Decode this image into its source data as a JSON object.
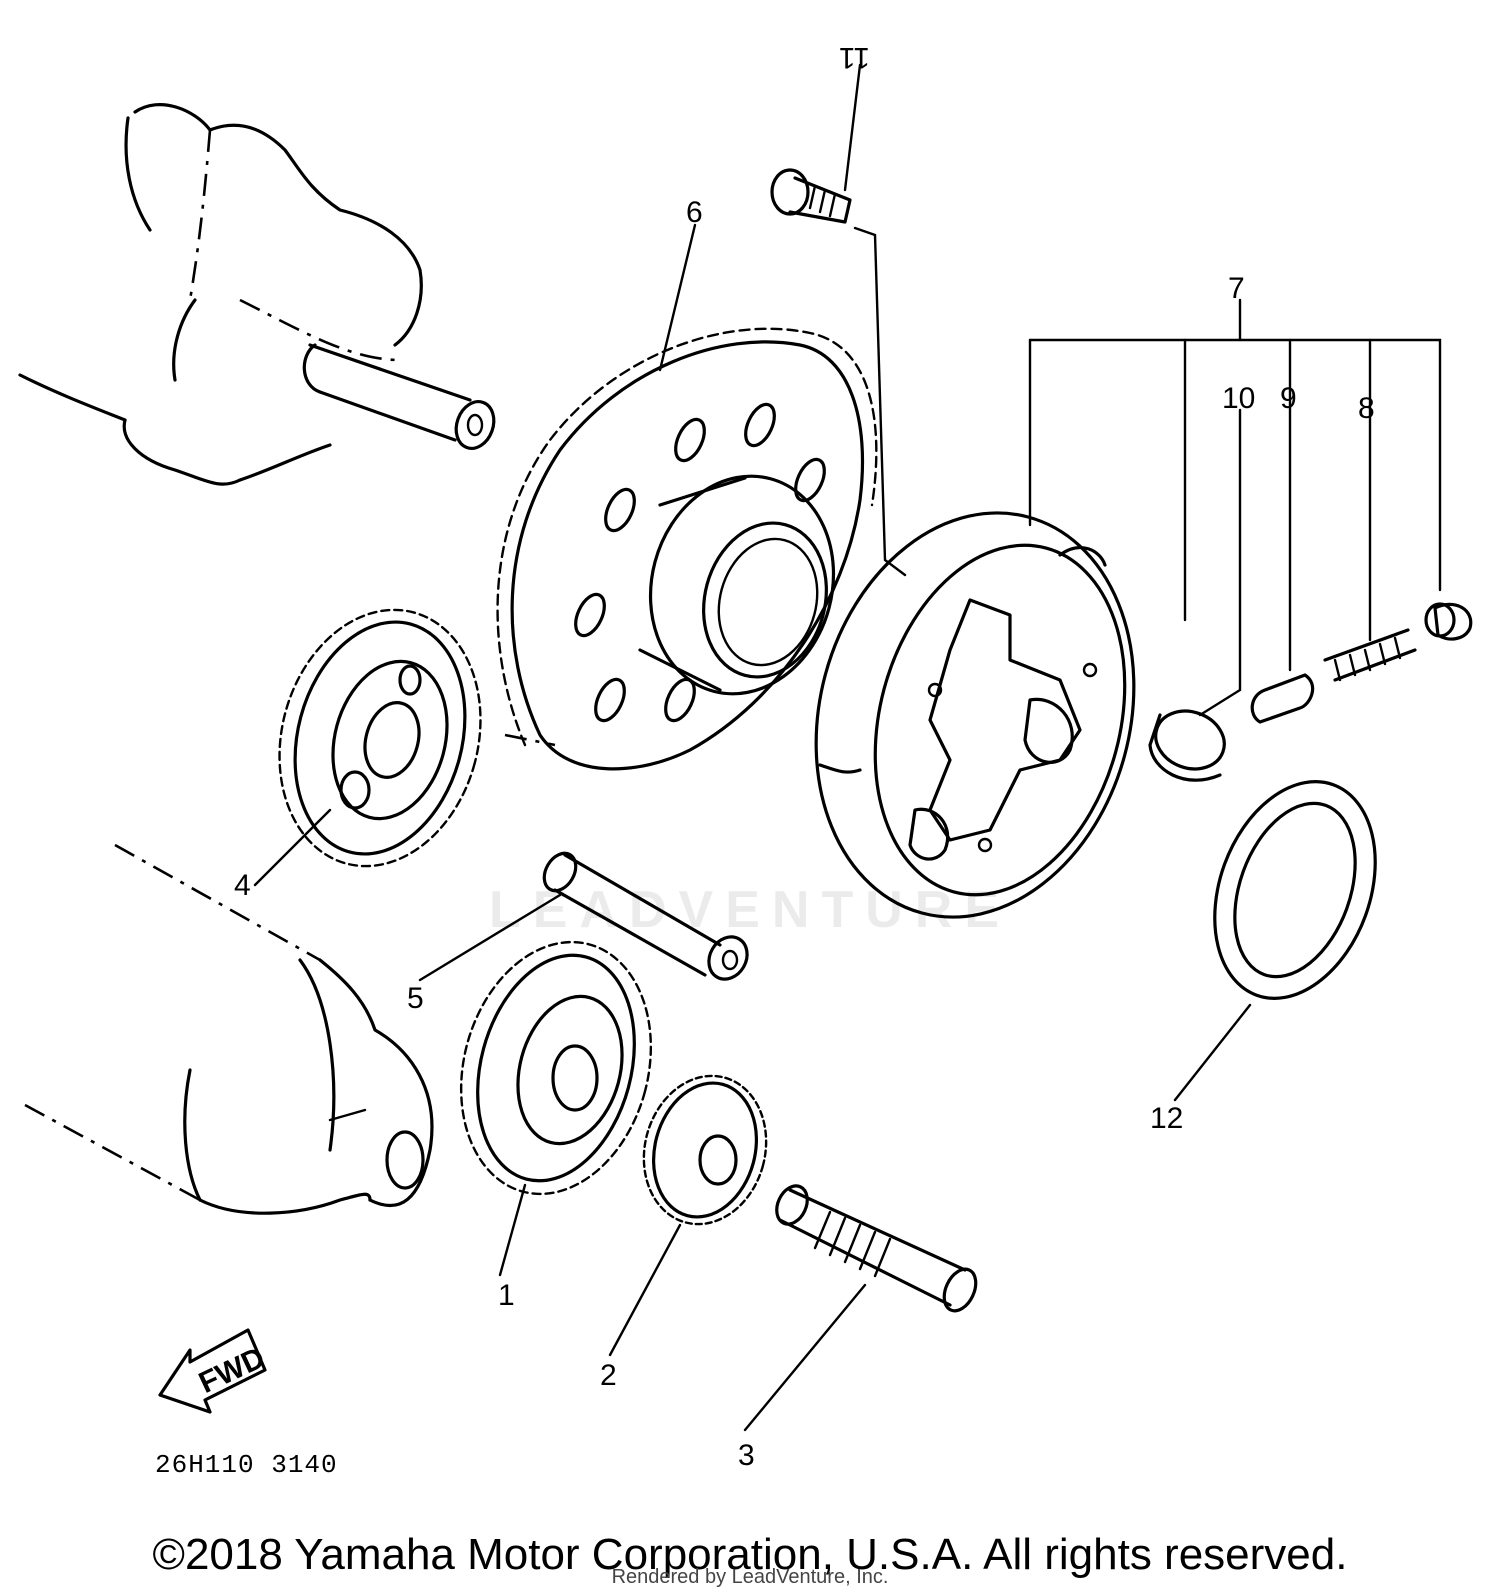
{
  "diagram": {
    "callouts": [
      "1",
      "2",
      "3",
      "4",
      "5",
      "6",
      "7",
      "8",
      "9",
      "10",
      "11",
      "12"
    ],
    "fwd_label": "FWD",
    "diagram_code": "26H110 3140"
  },
  "footer": {
    "copyright": "©2018 Yamaha Motor Corporation, U.S.A. All rights reserved.",
    "rendered_by": "Rendered by LeadVenture, Inc.",
    "watermark": "LEADVENTURE"
  }
}
